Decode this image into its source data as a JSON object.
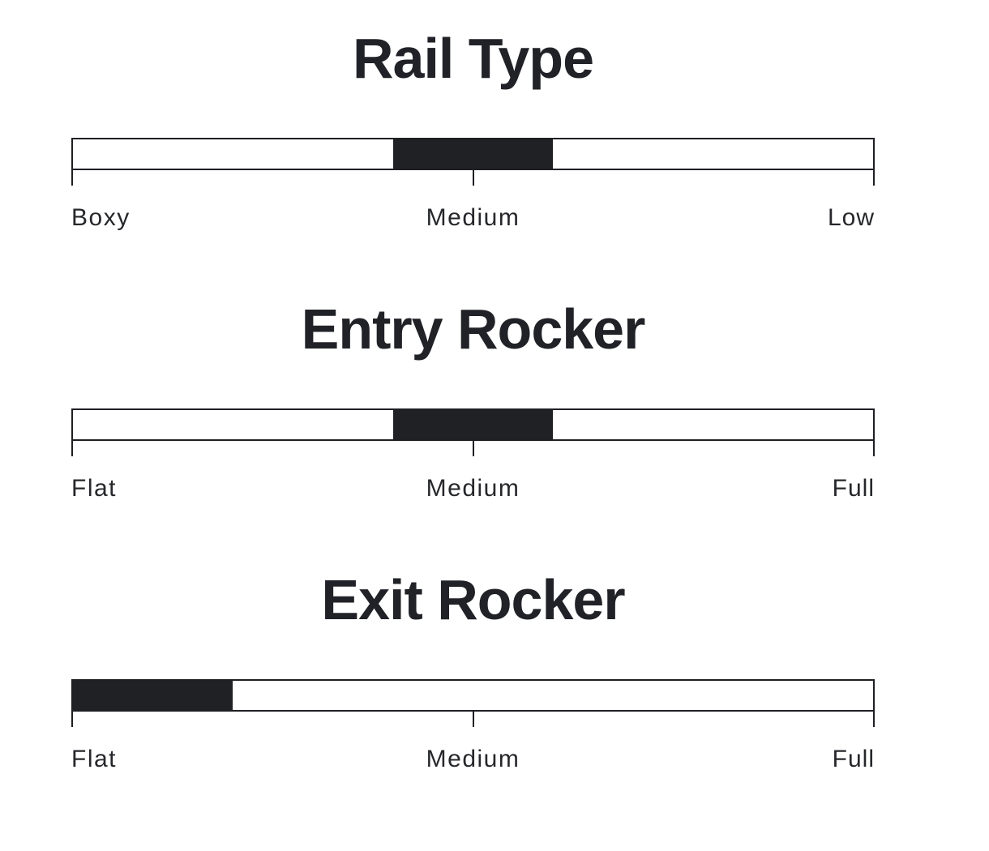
{
  "page": {
    "background_color": "#ffffff",
    "ink_color": "#1d1f23",
    "band_color": "#1f2125",
    "title_color": "#202227",
    "label_color": "#26272b"
  },
  "chart_data": [
    {
      "type": "linear-gauge",
      "title": "Rail Type",
      "scale_labels": [
        "Boxy",
        "Medium",
        "Low"
      ],
      "selected_value": "Medium",
      "band_start_pct": 40,
      "band_end_pct": 60,
      "tick_positions_pct": [
        0,
        50,
        100
      ],
      "axis_range": [
        0,
        100
      ],
      "grid": false,
      "legend": false
    },
    {
      "type": "linear-gauge",
      "title": "Entry Rocker",
      "scale_labels": [
        "Flat",
        "Medium",
        "Full"
      ],
      "selected_value": "Medium",
      "band_start_pct": 40,
      "band_end_pct": 60,
      "tick_positions_pct": [
        0,
        50,
        100
      ],
      "axis_range": [
        0,
        100
      ],
      "grid": false,
      "legend": false
    },
    {
      "type": "linear-gauge",
      "title": "Exit Rocker",
      "scale_labels": [
        "Flat",
        "Medium",
        "Full"
      ],
      "selected_value": "Flat",
      "band_start_pct": 0,
      "band_end_pct": 20,
      "tick_positions_pct": [
        0,
        50,
        100
      ],
      "axis_range": [
        0,
        100
      ],
      "grid": false,
      "legend": false
    }
  ]
}
